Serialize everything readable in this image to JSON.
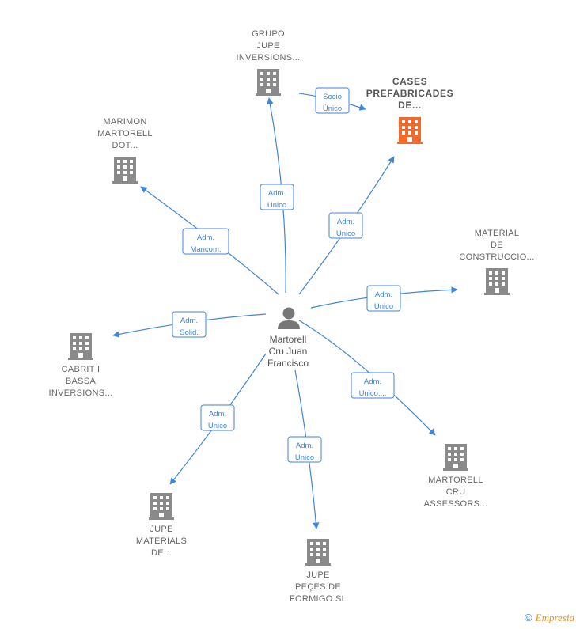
{
  "colors": {
    "edge": "#3e86d9",
    "building": "#8a8a8a",
    "highlight_building": "#f06a2e",
    "person": "#777777"
  },
  "center": {
    "icon": "person-icon",
    "lines": [
      "Martorell",
      "Cru Juan",
      "Francisco"
    ]
  },
  "nodes": [
    {
      "id": "grupo-jupe",
      "icon": "building-icon",
      "lines": [
        "GRUPO",
        "JUPE",
        "INVERSIONS..."
      ],
      "highlight": false
    },
    {
      "id": "cases-prefabricades",
      "icon": "building-icon",
      "lines": [
        "CASES",
        "PREFABRICADES",
        "DE..."
      ],
      "highlight": true
    },
    {
      "id": "marimon-martorell",
      "icon": "building-icon",
      "lines": [
        "MARIMON",
        "MARTORELL",
        "DOT..."
      ],
      "highlight": false
    },
    {
      "id": "material-construccio",
      "icon": "building-icon",
      "lines": [
        "MATERIAL",
        "DE",
        "CONSTRUCCIO..."
      ],
      "highlight": false
    },
    {
      "id": "cabrit-bassa",
      "icon": "building-icon",
      "lines": [
        "CABRIT I",
        "BASSA",
        "INVERSIONS..."
      ],
      "highlight": false
    },
    {
      "id": "martorell-cru-assessors",
      "icon": "building-icon",
      "lines": [
        "MARTORELL",
        "CRU",
        "ASSESSORS..."
      ],
      "highlight": false
    },
    {
      "id": "jupe-materials",
      "icon": "building-icon",
      "lines": [
        "JUPE",
        "MATERIALS",
        "DE..."
      ],
      "highlight": false
    },
    {
      "id": "jupe-peces",
      "icon": "building-icon",
      "lines": [
        "JUPE",
        "PEÇES DE",
        "FORMIGO  SL"
      ],
      "highlight": false
    }
  ],
  "edges": [
    {
      "id": "to-grupo-jupe",
      "lines": [
        "Adm.",
        "Unico"
      ]
    },
    {
      "id": "grupo-to-cases",
      "lines": [
        "Socio",
        "Único"
      ]
    },
    {
      "id": "to-cases",
      "lines": [
        "Adm.",
        "Unico"
      ]
    },
    {
      "id": "to-marimon",
      "lines": [
        "Adm.",
        "Mancom."
      ]
    },
    {
      "id": "to-material",
      "lines": [
        "Adm.",
        "Unico"
      ]
    },
    {
      "id": "to-cabrit",
      "lines": [
        "Adm.",
        "Solid."
      ]
    },
    {
      "id": "to-assessors",
      "lines": [
        "Adm.",
        "Unico,..."
      ]
    },
    {
      "id": "to-jupe-materials",
      "lines": [
        "Adm.",
        "Unico"
      ]
    },
    {
      "id": "to-jupe-peces",
      "lines": [
        "Adm.",
        "Unico"
      ]
    }
  ],
  "footer": {
    "copyright_symbol": "©",
    "brand": "Empresia"
  }
}
